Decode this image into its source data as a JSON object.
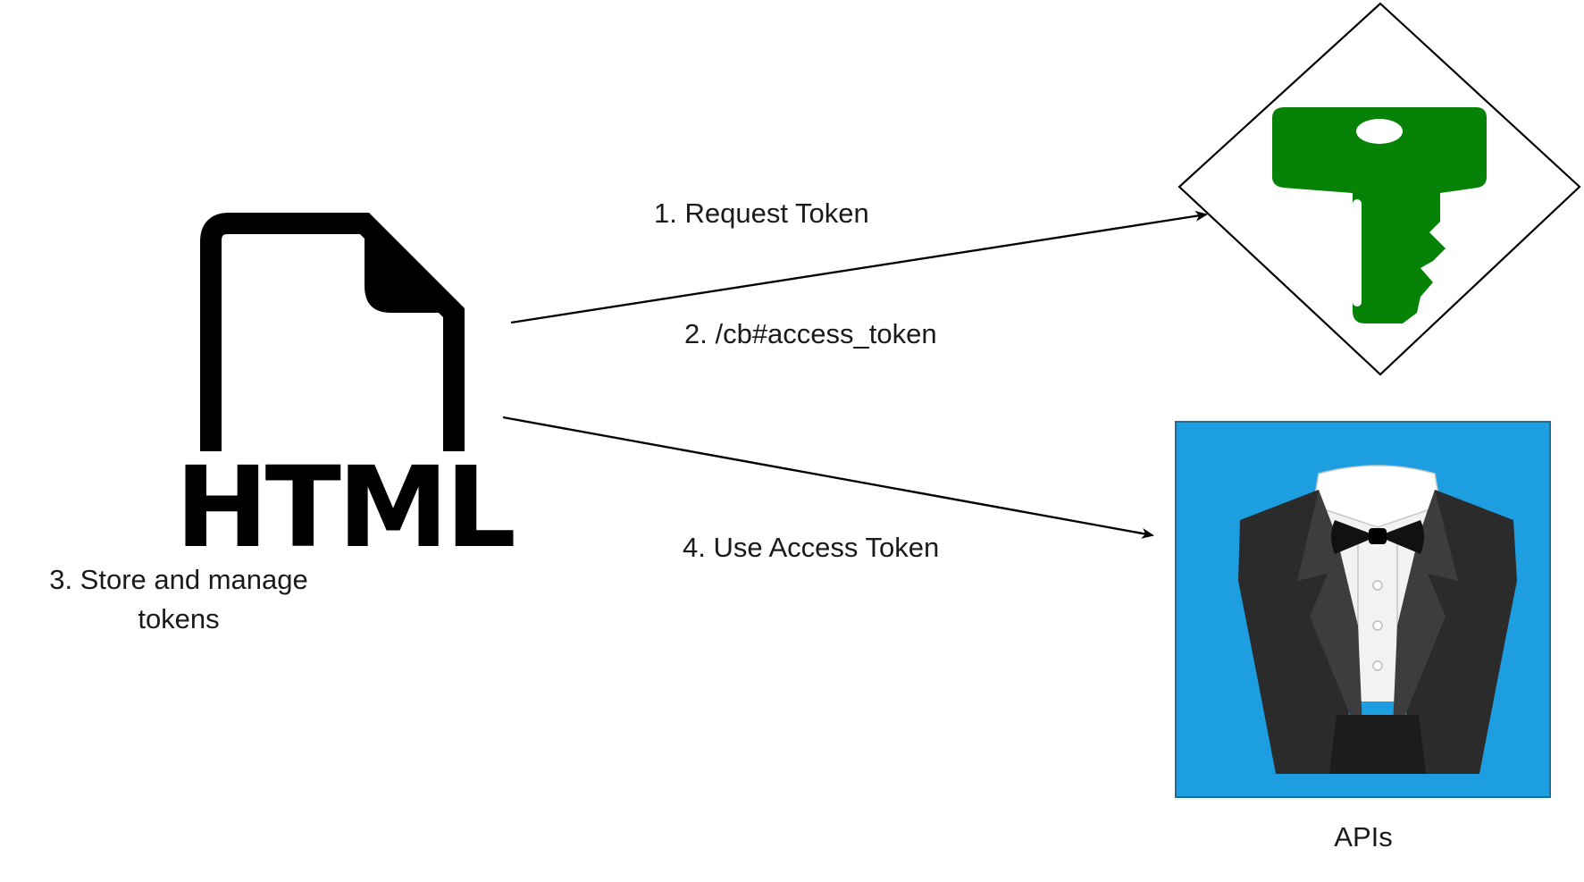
{
  "colors": {
    "key_green": "#068306",
    "api_background": "#1c9ee0",
    "line": "#000000"
  },
  "icons": {
    "html_document": "html-document-icon",
    "key": "key-icon",
    "tuxedo": "tuxedo-icon"
  },
  "html_icon": {
    "text": "HTML"
  },
  "steps": {
    "request_token": "1. Request Token",
    "callback": "2. /cb#access_token",
    "store": "3. Store and manage tokens",
    "use_token": "4. Use Access Token"
  },
  "apis": {
    "label": "APIs"
  }
}
